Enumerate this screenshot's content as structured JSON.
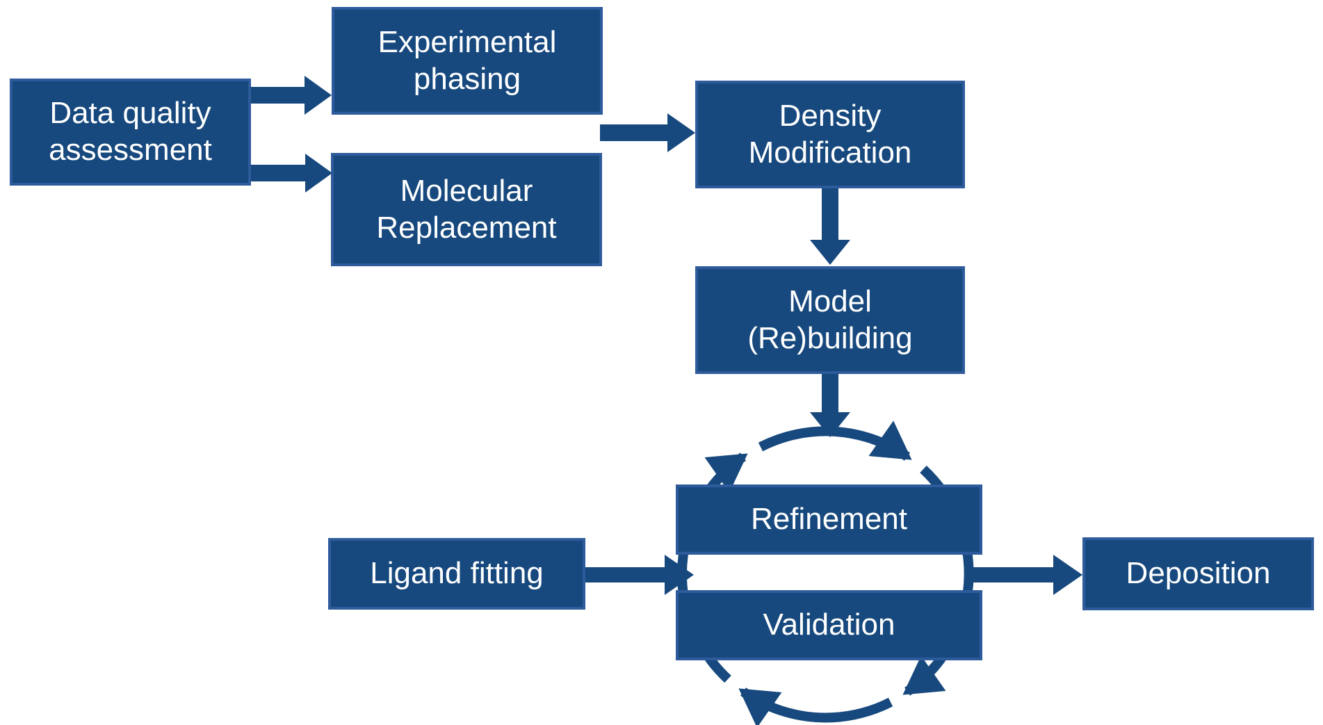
{
  "diagram": {
    "description": "Crystallographic structure solution workflow flowchart",
    "colors": {
      "node_fill": "#17497E",
      "node_border": "#2E5B9C",
      "arrow": "#17497E",
      "text": "#FFFFFF",
      "background": "#FFFFFF"
    },
    "nodes": [
      {
        "id": "data-quality-assessment",
        "label": "Data quality assessment"
      },
      {
        "id": "experimental-phasing",
        "label": "Experimental phasing"
      },
      {
        "id": "molecular-replacement",
        "label": "Molecular Replacement"
      },
      {
        "id": "density-modification",
        "label": "Density Modification"
      },
      {
        "id": "model-rebuilding",
        "label": "Model (Re)building"
      },
      {
        "id": "refinement",
        "label": "Refinement"
      },
      {
        "id": "validation",
        "label": "Validation"
      },
      {
        "id": "ligand-fitting",
        "label": "Ligand fitting"
      },
      {
        "id": "deposition",
        "label": "Deposition"
      }
    ],
    "edges": [
      {
        "from": "data-quality-assessment",
        "to": "experimental-phasing"
      },
      {
        "from": "data-quality-assessment",
        "to": "molecular-replacement"
      },
      {
        "from": "experimental-phasing / molecular-replacement",
        "to": "density-modification"
      },
      {
        "from": "density-modification",
        "to": "model-rebuilding"
      },
      {
        "from": "model-rebuilding",
        "to": "refinement-validation-cycle"
      },
      {
        "from": "ligand-fitting",
        "to": "refinement-validation-cycle"
      },
      {
        "from": "refinement-validation-cycle",
        "to": "deposition"
      }
    ],
    "cycle": {
      "between": [
        "refinement",
        "validation"
      ],
      "direction": "clockwise",
      "arrowheads": 4
    }
  }
}
